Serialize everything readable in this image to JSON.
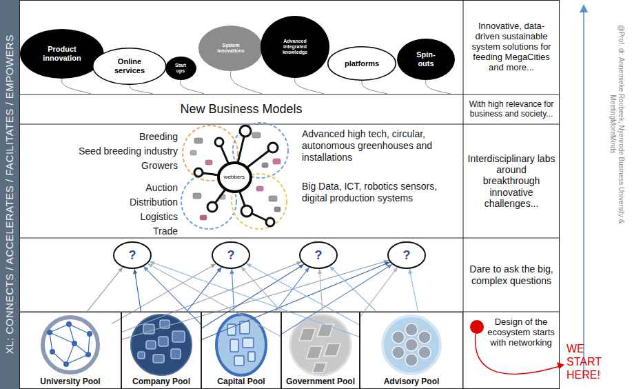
{
  "diagram": {
    "nodes": [
      {
        "text": [
          "XL: CONNECTS / ACCELERATES / FACILITATES / EMPOWERS"
        ]
      },
      {
        "text": [
          "Product innovation"
        ]
      },
      {
        "text": [
          "Online services"
        ]
      },
      {
        "text": [
          "Start ups"
        ]
      },
      {
        "text": [
          "System innovations"
        ]
      },
      {
        "text": [
          "Advanced integrated knowledge"
        ]
      },
      {
        "text": [
          "platforms"
        ]
      },
      {
        "text": [
          "Spin-outs"
        ]
      },
      {
        "text": [
          "Innovative, data-driven sustainable system solutions for feeding MegaCities and more..."
        ]
      },
      {
        "text": [
          "New Business Models"
        ]
      },
      {
        "text": [
          "With high relevance for business and society..."
        ]
      },
      {
        "text": [
          "webbers"
        ]
      },
      {
        "text": [
          "Interdisciplinary labs around breakthrough innovative challenges..."
        ]
      },
      {
        "text": [
          "?"
        ]
      },
      {
        "text": [
          "?"
        ]
      },
      {
        "text": [
          "?"
        ]
      },
      {
        "text": [
          "?"
        ]
      },
      {
        "text": [
          "Dare to ask the big, complex questions"
        ]
      },
      {
        "text": [
          "University Pool"
        ]
      },
      {
        "text": [
          "Company Pool"
        ]
      },
      {
        "text": [
          "Capital Pool"
        ]
      },
      {
        "text": [
          "Government Pool"
        ]
      },
      {
        "text": [
          "Advisory Pool"
        ]
      },
      {
        "text": [
          "Design of the ecosystem starts with networking"
        ]
      }
    ],
    "edges": [
      {
        "from": 18,
        "to": 13,
        "arrow": "to"
      },
      {
        "from": 18,
        "to": 14,
        "arrow": "to"
      },
      {
        "from": 18,
        "to": 15,
        "arrow": "to"
      },
      {
        "from": 18,
        "to": 16,
        "arrow": "to"
      },
      {
        "from": 19,
        "to": 13,
        "arrow": "to"
      },
      {
        "from": 19,
        "to": 14,
        "arrow": "to"
      },
      {
        "from": 19,
        "to": 15,
        "arrow": "to"
      },
      {
        "from": 19,
        "to": 16,
        "arrow": "to"
      },
      {
        "from": 20,
        "to": 13,
        "arrow": "to"
      },
      {
        "from": 20,
        "to": 14,
        "arrow": "to"
      },
      {
        "from": 20,
        "to": 15,
        "arrow": "to"
      },
      {
        "from": 20,
        "to": 16,
        "arrow": "to"
      },
      {
        "from": 21,
        "to": 13,
        "arrow": "to"
      },
      {
        "from": 21,
        "to": 14,
        "arrow": "to"
      },
      {
        "from": 21,
        "to": 15,
        "arrow": "to"
      },
      {
        "from": 21,
        "to": 16,
        "arrow": "to"
      },
      {
        "from": 22,
        "to": 13,
        "arrow": "to"
      },
      {
        "from": 22,
        "to": 14,
        "arrow": "to"
      },
      {
        "from": 22,
        "to": 15,
        "arrow": "to"
      },
      {
        "from": 22,
        "to": 16,
        "arrow": "to"
      }
    ],
    "labels": [
      "Breeding",
      "Seed breeding industry",
      "Growers",
      "Auction",
      "Distribution",
      "Logistics",
      "Trade",
      "Advanced high tech, circular, autonomous greenhouses and installations",
      "Big Data, ICT, robotics sensors, digital production systems",
      "WE START HERE!",
      "@Prof. dr. Annemieke Roobeek, Nyenrode Business University & MeetingMoreMinds"
    ]
  }
}
